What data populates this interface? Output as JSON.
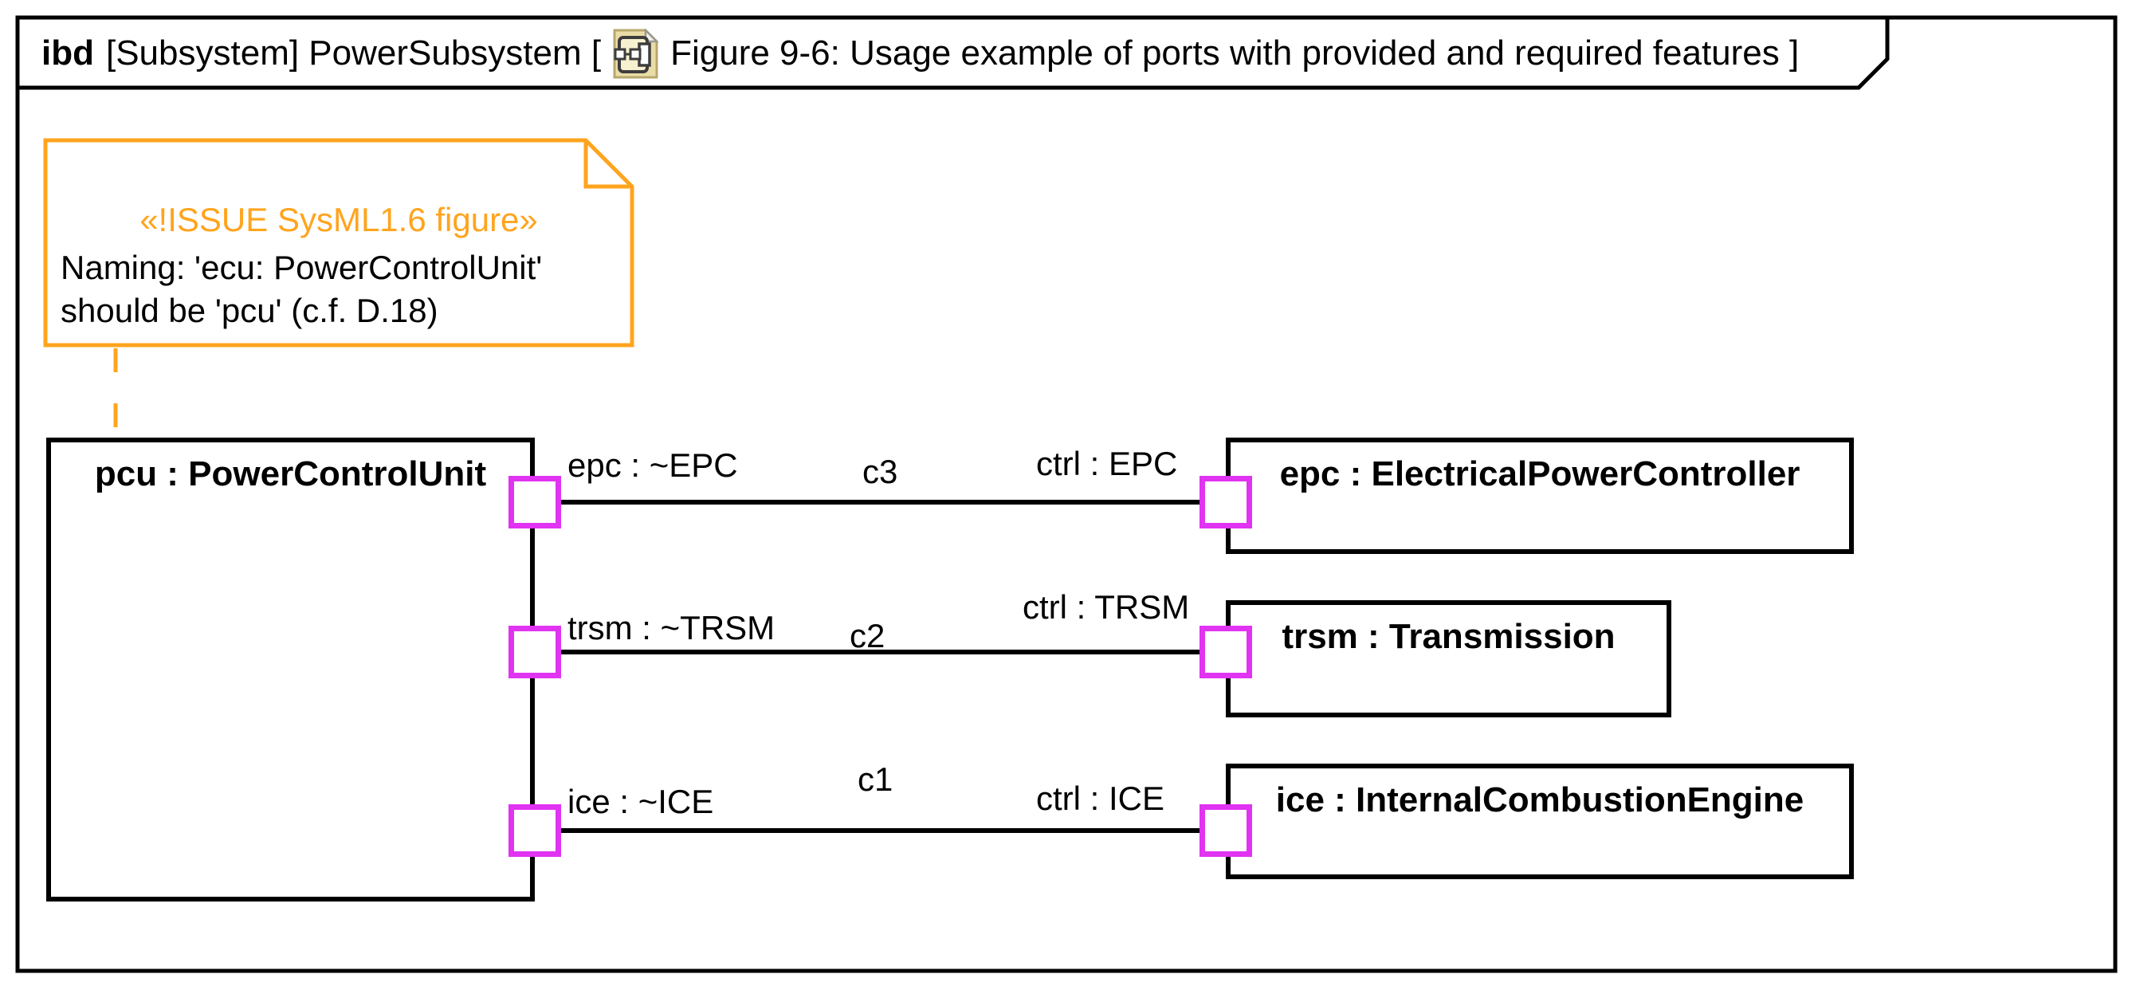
{
  "frame_header": {
    "kind": "ibd",
    "context": "[Subsystem] PowerSubsystem [",
    "title": "Figure 9-6: Usage example of ports with provided and required features ]"
  },
  "note": {
    "stereotype": "«!ISSUE SysML1.6 figure»",
    "line1": "Naming: 'ecu: PowerControlUnit'",
    "line2": "should be 'pcu' (c.f. D.18)"
  },
  "blocks": {
    "pcu": {
      "label": "pcu : PowerControlUnit"
    },
    "epc": {
      "label": "epc : ElectricalPowerController"
    },
    "trsm": {
      "label": "trsm : Transmission"
    },
    "ice": {
      "label": "ice : InternalCombustionEngine"
    }
  },
  "connectors": [
    {
      "name": "c3",
      "left_port_label": "epc : ~EPC",
      "right_port_label": "ctrl : EPC"
    },
    {
      "name": "c2",
      "left_port_label": "trsm : ~TRSM",
      "right_port_label": "ctrl : TRSM"
    },
    {
      "name": "c1",
      "left_port_label": "ice : ~ICE",
      "right_port_label": "ctrl : ICE"
    }
  ],
  "colors": {
    "note_orange": "#ffa41e",
    "port_magenta": "#e133f2",
    "line_black": "#000000"
  }
}
